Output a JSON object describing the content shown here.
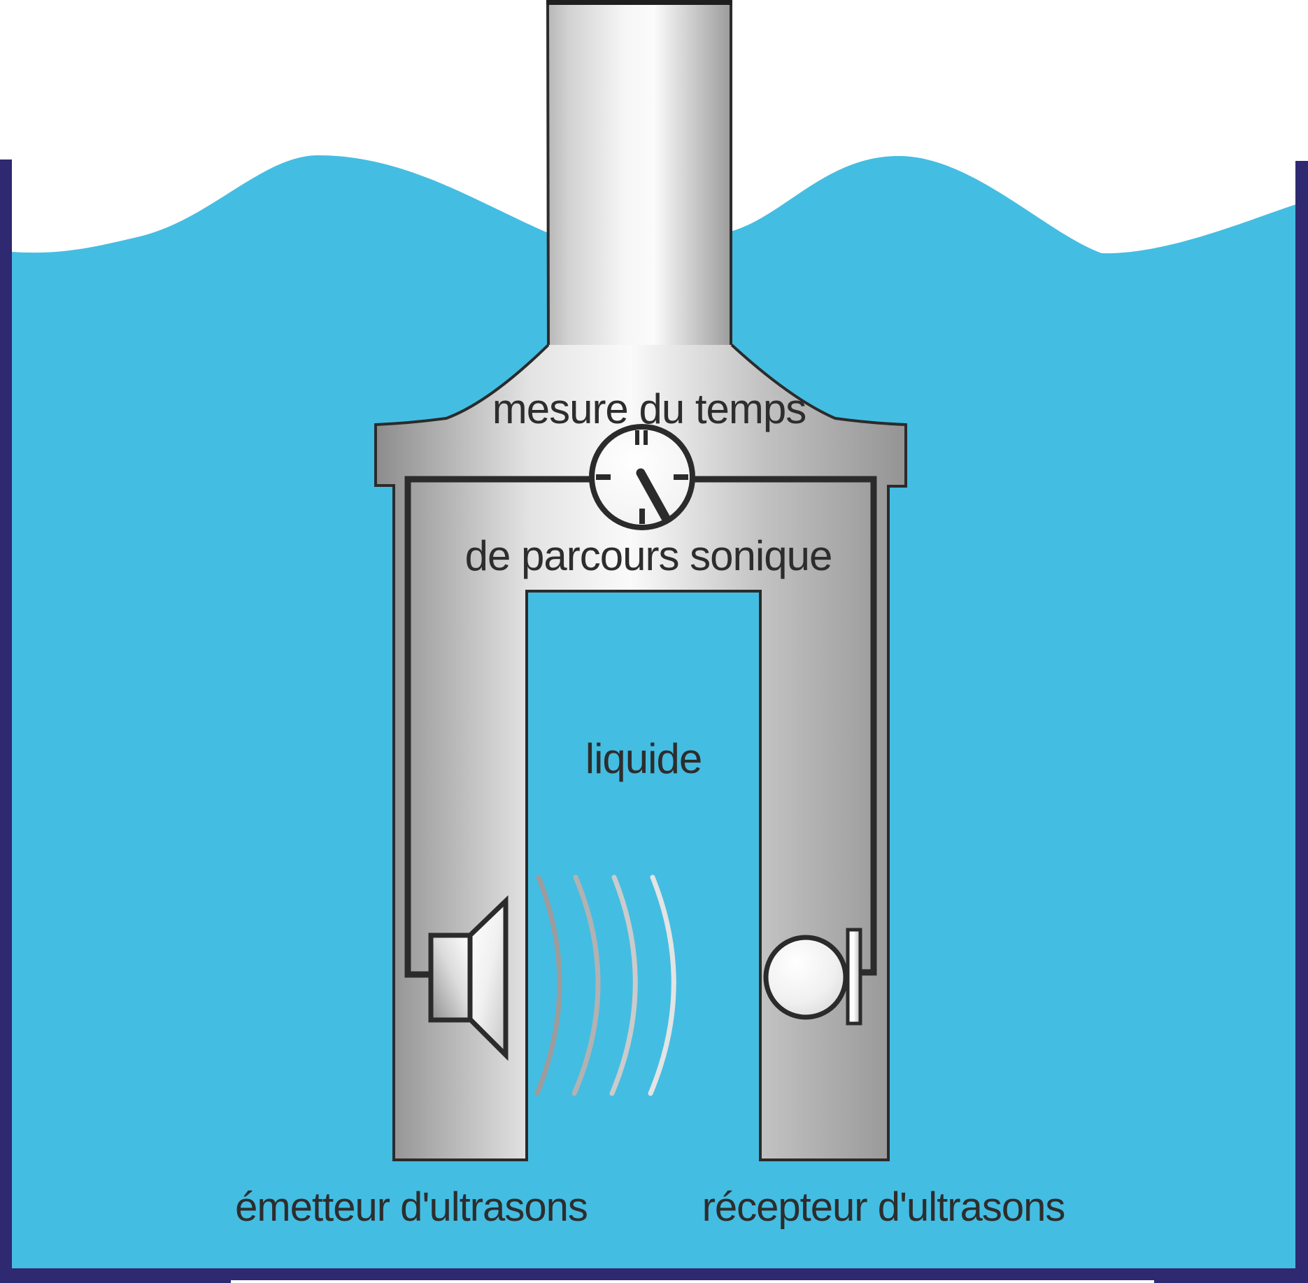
{
  "diagram": {
    "description": "Schematic of an ultrasonic sound-path measurement probe immersed in a liquid tank",
    "labels": {
      "time_line1": "mesure du temps",
      "time_line2": "de parcours sonique",
      "liquid": "liquide",
      "emitter": "émetteur d'ultrasons",
      "receiver": "récepteur d'ultrasons"
    },
    "icons": [
      {
        "name": "clock-icon",
        "meaning": "time measurement"
      },
      {
        "name": "speaker-icon",
        "meaning": "ultrasound emitter"
      },
      {
        "name": "sound-waves-icon",
        "meaning": "ultrasonic waves"
      },
      {
        "name": "sphere-receiver-icon",
        "meaning": "ultrasound receiver"
      }
    ],
    "colors": {
      "liquid": "#44bde2",
      "tank_frame": "#2e2970",
      "outline": "#2b2b2b",
      "text": "#2d2d2d",
      "metal_light": "#fafafa",
      "metal_dark": "#8c8c8c"
    }
  }
}
